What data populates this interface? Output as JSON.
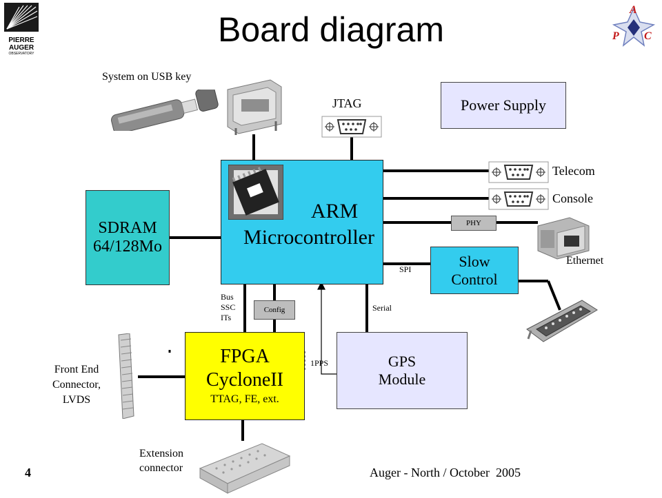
{
  "slide": {
    "title": "Board diagram",
    "page_number": "4",
    "footer": "Auger - North / October  2005"
  },
  "logos": {
    "left_text": [
      "PIERRE",
      "AUGER"
    ],
    "left_subtext": "OBSERVATORY",
    "right_letters": [
      "A",
      "P",
      "C"
    ]
  },
  "blocks": {
    "arm": {
      "line1": "ARM",
      "line2": "Microcontroller",
      "color": "#33ccee"
    },
    "sdram": {
      "line1": "SDRAM",
      "line2": "64/128Mo",
      "color": "#33cccc"
    },
    "fpga": {
      "line1": "FPGA",
      "line2": "CycloneII",
      "line3": "TTAG, FE, ext.",
      "color": "#ffff00"
    },
    "gps": {
      "line1": "GPS",
      "line2": "Module",
      "color": "#e6e6ff"
    },
    "slow": {
      "line1": "Slow",
      "line2": "Control",
      "color": "#33ccee"
    },
    "power": {
      "label": "Power Supply",
      "color": "#e6e6ff"
    }
  },
  "labels": {
    "usb": "System on USB key",
    "jtag": "JTAG",
    "telecom": "Telecom",
    "console": "Console",
    "ethernet": "Ethernet",
    "front_end": [
      "Front End",
      "Connector,",
      "LVDS"
    ],
    "extension": [
      "Extension",
      "connector"
    ],
    "bus": [
      "Bus",
      "SSC",
      "ITs"
    ],
    "serial": "Serial",
    "spi": "SPI",
    "pps": "1PPS"
  },
  "tags": {
    "phy": "PHY",
    "config": "Config"
  }
}
